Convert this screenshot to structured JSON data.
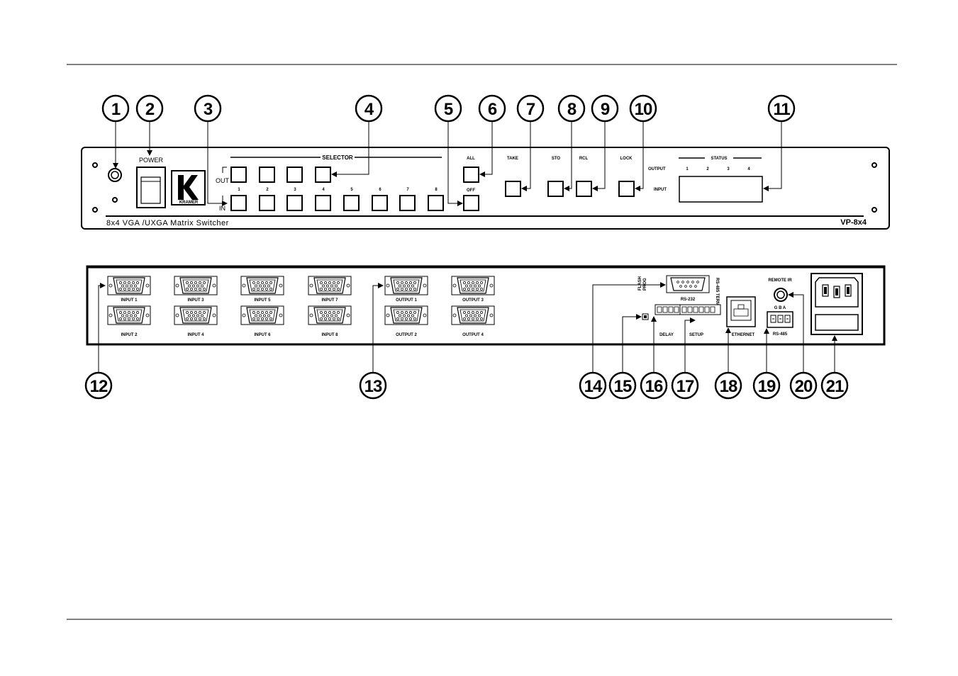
{
  "front_panel": {
    "power_label": "POWER",
    "selector_label": "SELECTOR",
    "out_label": "OUT",
    "in_label": "IN",
    "selector_numbers": [
      "1",
      "2",
      "3",
      "4",
      "5",
      "6",
      "7",
      "8"
    ],
    "all_label": "ALL",
    "off_label": "OFF",
    "take_label": "TAKE",
    "sto_label": "STO",
    "rcl_label": "RCL",
    "lock_label": "LOCK",
    "status_label": "STATUS",
    "output_label": "OUTPUT",
    "input_label": "INPUT",
    "status_numbers": [
      "1",
      "2",
      "3",
      "4"
    ],
    "description": "8x4 VGA /UXGA Matrix Switcher",
    "model": "VP-8x4",
    "logo_text": "KRAMER"
  },
  "rear_panel": {
    "inputs_top": [
      "INPUT 1",
      "INPUT 3",
      "INPUT 5",
      "INPUT 7"
    ],
    "inputs_bottom": [
      "INPUT 2",
      "INPUT 4",
      "INPUT 6",
      "INPUT 8"
    ],
    "outputs_top": [
      "OUTPUT 1",
      "OUTPUT 3"
    ],
    "outputs_bottom": [
      "OUTPUT 2",
      "OUTPUT 4"
    ],
    "flash_label": "FLASH",
    "prog_label": "PROG",
    "rs232_label": "RS-232",
    "rs485_term_label": "RS-485 TERM",
    "delay_label": "DELAY",
    "setup_label": "SETUP",
    "ethernet_label": "ETHERNET",
    "remote_ir_label": "REMOTE IR",
    "gba_label": "G B A",
    "rs485_label": "RS-485"
  },
  "callouts_top": [
    "1",
    "2",
    "3",
    "4",
    "5",
    "6",
    "7",
    "8",
    "9",
    "10",
    "11"
  ],
  "callouts_bottom": [
    "12",
    "13",
    "14",
    "15",
    "16",
    "17",
    "18",
    "19",
    "20",
    "21"
  ]
}
